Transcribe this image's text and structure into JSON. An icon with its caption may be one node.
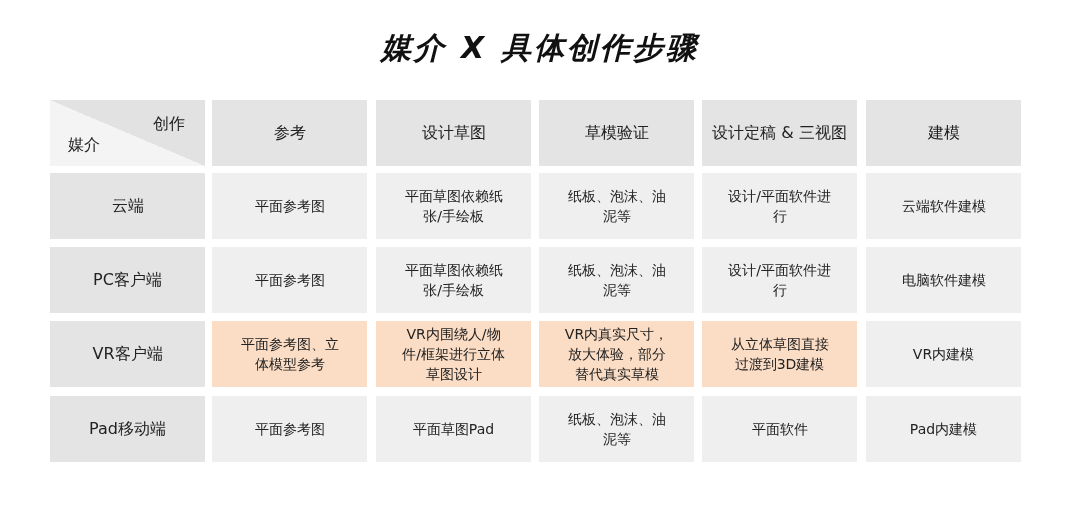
{
  "diagram": {
    "title": "媒介 X 具体创作步骤",
    "labels": [
      "创作",
      "媒介",
      "参考",
      "设计草图",
      "草模验证",
      "设计定稿 & 三视图",
      "建模",
      "云端",
      "平面参考图",
      "平面草图依赖纸张/手绘板",
      "纸板、泡沫、油泥等",
      "设计/平面软件进行",
      "云端软件建模",
      "PC客户端",
      "平面参考图",
      "平面草图依赖纸张/手绘板",
      "纸板、泡沫、油泥等",
      "设计/平面软件进行",
      "电脑软件建模",
      "VR客户端",
      "平面参考图、立体模型参考",
      "VR内围绕人/物件/框架进行立体草图设计",
      "VR内真实尺寸，放大体验，部分替代真实草模",
      "从立体草图直接过渡到3D建模",
      "VR内建模",
      "Pad移动端",
      "平面参考图",
      "平面草图Pad",
      "纸板、泡沫、油泥等",
      "平面软件",
      "Pad内建模"
    ]
  }
}
